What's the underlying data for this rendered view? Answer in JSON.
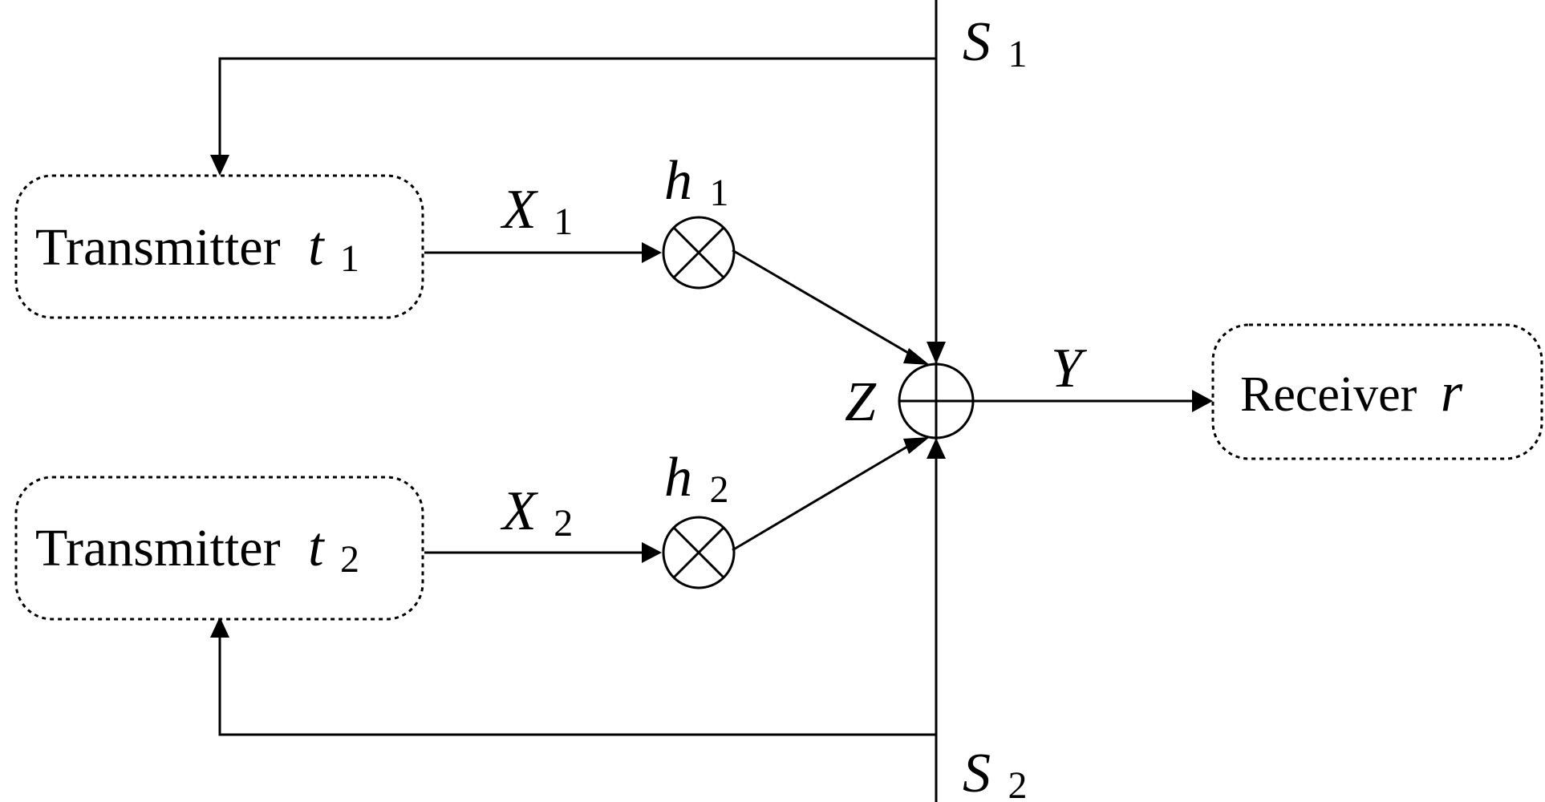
{
  "diagram": {
    "blocks": {
      "transmitter_1": {
        "text": "Transmitter",
        "symbol": "t",
        "subscript": "1"
      },
      "transmitter_2": {
        "text": "Transmitter",
        "symbol": "t",
        "subscript": "2"
      },
      "receiver": {
        "text": "Receiver",
        "symbol": "r"
      }
    },
    "signals": {
      "x1": {
        "symbol": "X",
        "subscript": "1"
      },
      "x2": {
        "symbol": "X",
        "subscript": "2"
      },
      "h1": {
        "symbol": "h",
        "subscript": "1"
      },
      "h2": {
        "symbol": "h",
        "subscript": "2"
      },
      "z": {
        "symbol": "Z"
      },
      "y": {
        "symbol": "Y"
      },
      "s1": {
        "symbol": "S",
        "subscript": "1"
      },
      "s2": {
        "symbol": "S",
        "subscript": "2"
      }
    }
  }
}
